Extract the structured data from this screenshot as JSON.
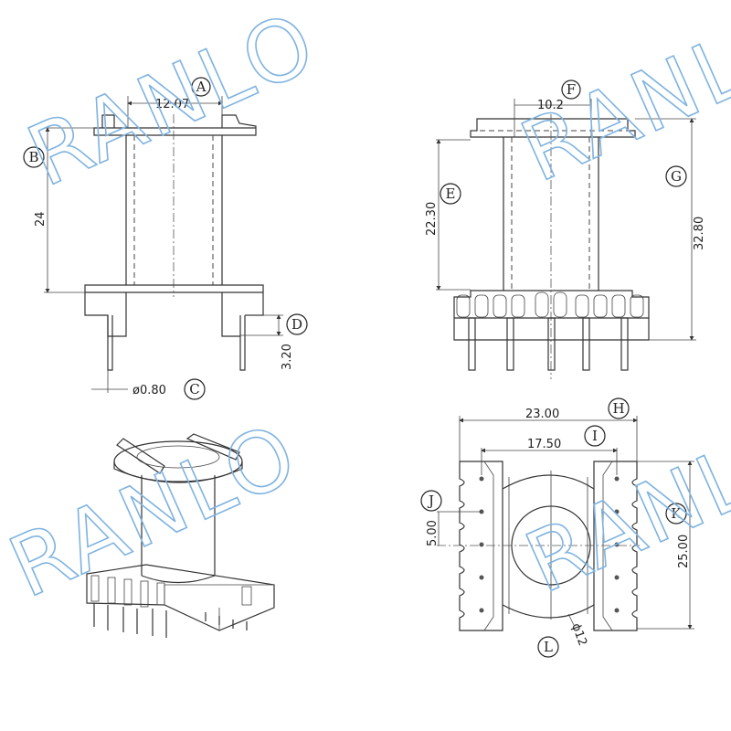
{
  "watermark": "RANLO",
  "watermark_color": "#7fb3e0",
  "views": {
    "front": {
      "dims": {
        "A": "12.07",
        "B": "24",
        "C": "ø0.80",
        "D": "3.20"
      }
    },
    "side": {
      "dims": {
        "E": "22.30",
        "F": "10.2",
        "G": "32.80"
      }
    },
    "bottom": {
      "dims": {
        "H": "23.00",
        "I": "17.50",
        "J": "5.00",
        "K": "25.00",
        "L": "ϕ12"
      }
    }
  },
  "labels": {
    "A": "A",
    "B": "B",
    "C": "C",
    "D": "D",
    "E": "E",
    "F": "F",
    "G": "G",
    "H": "H",
    "I": "I",
    "J": "J",
    "K": "K",
    "L": "L"
  }
}
